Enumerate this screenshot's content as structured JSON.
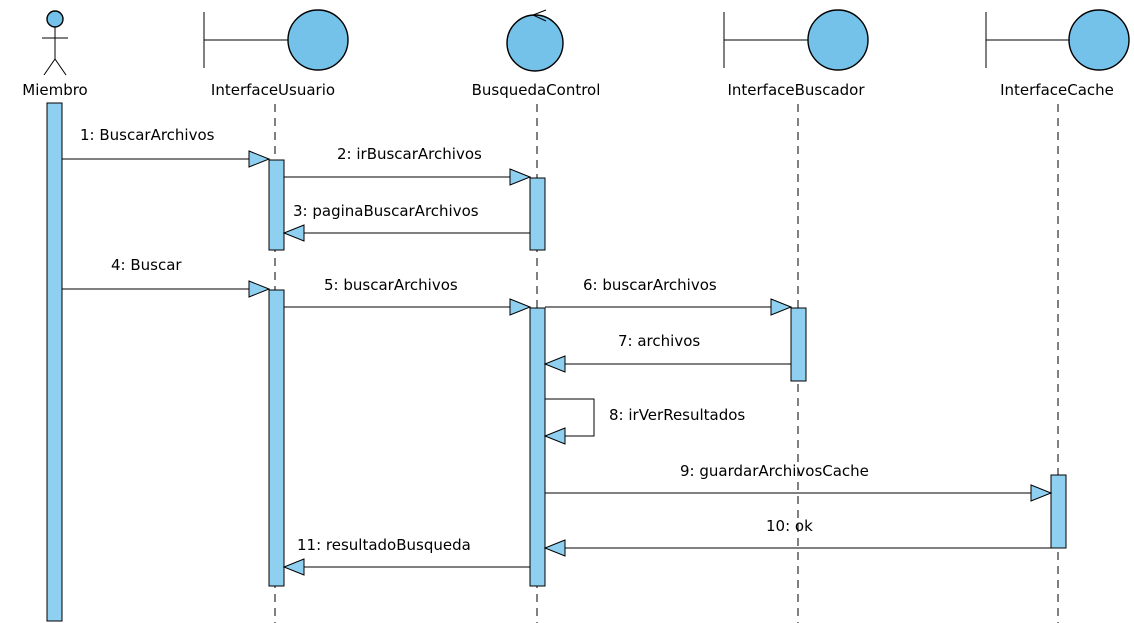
{
  "participants": [
    {
      "id": "miembro",
      "name": "Miembro",
      "kind": "actor"
    },
    {
      "id": "interfaceusuario",
      "name": "InterfaceUsuario",
      "kind": "boundary"
    },
    {
      "id": "busquedacontrol",
      "name": "BusquedaControl",
      "kind": "control"
    },
    {
      "id": "interfacebuscador",
      "name": "InterfaceBuscador",
      "kind": "boundary"
    },
    {
      "id": "interfacecache",
      "name": "InterfaceCache",
      "kind": "boundary"
    }
  ],
  "messages": [
    {
      "label": "1: BuscarArchivos",
      "from": "miembro",
      "to": "interfaceusuario"
    },
    {
      "label": "2: irBuscarArchivos",
      "from": "interfaceusuario",
      "to": "busquedacontrol"
    },
    {
      "label": "3: paginaBuscarArchivos",
      "from": "busquedacontrol",
      "to": "interfaceusuario"
    },
    {
      "label": "4: Buscar",
      "from": "miembro",
      "to": "interfaceusuario"
    },
    {
      "label": "5: buscarArchivos",
      "from": "interfaceusuario",
      "to": "busquedacontrol"
    },
    {
      "label": "6: buscarArchivos",
      "from": "busquedacontrol",
      "to": "interfacebuscador"
    },
    {
      "label": "7: archivos",
      "from": "interfacebuscador",
      "to": "busquedacontrol"
    },
    {
      "label": "8: irVerResultados",
      "from": "busquedacontrol",
      "to": "busquedacontrol"
    },
    {
      "label": "9: guardarArchivosCache",
      "from": "busquedacontrol",
      "to": "interfacecache"
    },
    {
      "label": "10: ok",
      "from": "interfacecache",
      "to": "busquedacontrol"
    },
    {
      "label": "11: resultadoBusqueda",
      "from": "busquedacontrol",
      "to": "interfaceusuario"
    }
  ],
  "colors": {
    "fill": "#74c2ea",
    "activation": "#8fd0f0",
    "line": "#000000",
    "background": "#ffffff"
  }
}
